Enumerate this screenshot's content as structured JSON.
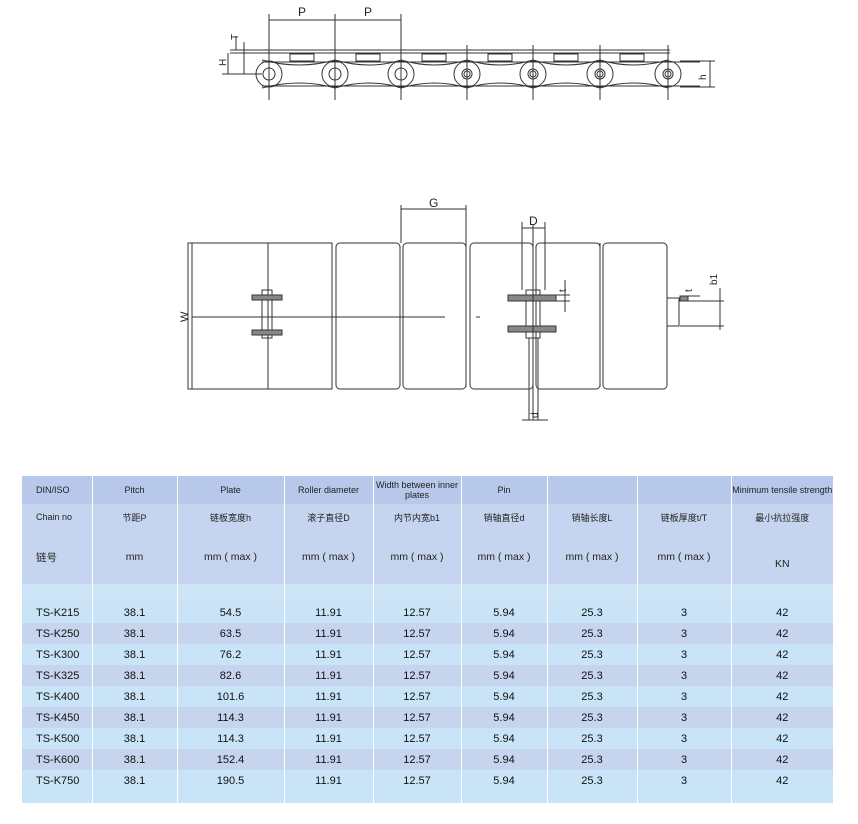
{
  "drawing": {
    "side_labels": {
      "pitch1": "P",
      "pitch2": "P",
      "T": "T",
      "H": "H",
      "h": "h"
    },
    "plan_labels": {
      "G": "G",
      "D": "D",
      "W": "W",
      "t": "t",
      "t2": "t",
      "b1": "b1",
      "d": "d"
    }
  },
  "table": {
    "header_row1": [
      "DIN/ISO",
      "Pitch",
      "Plate",
      "Roller diameter",
      "Width between inner plates",
      "Pin",
      "",
      "",
      "Minimum tensile strength"
    ],
    "header_row2": [
      "Chain no",
      "节距P",
      "链板宽度h",
      "滚子直径D",
      "内节内宽b1",
      "销轴直径d",
      "销轴长度L",
      "链板厚度t/T",
      "最小抗拉强度"
    ],
    "header_row3": [
      "链号",
      "mm",
      "mm ( max )",
      "mm ( max )",
      "mm ( max )",
      "mm ( max )",
      "mm ( max )",
      "mm ( max )",
      "KN"
    ],
    "rows": [
      [
        "TS-K215",
        "38.1",
        "54.5",
        "11.91",
        "12.57",
        "5.94",
        "25.3",
        "3",
        "42"
      ],
      [
        "TS-K250",
        "38.1",
        "63.5",
        "11.91",
        "12.57",
        "5.94",
        "25.3",
        "3",
        "42"
      ],
      [
        "TS-K300",
        "38.1",
        "76.2",
        "11.91",
        "12.57",
        "5.94",
        "25.3",
        "3",
        "42"
      ],
      [
        "TS-K325",
        "38.1",
        "82.6",
        "11.91",
        "12.57",
        "5.94",
        "25.3",
        "3",
        "42"
      ],
      [
        "TS-K400",
        "38.1",
        "101.6",
        "11.91",
        "12.57",
        "5.94",
        "25.3",
        "3",
        "42"
      ],
      [
        "TS-K450",
        "38.1",
        "114.3",
        "11.91",
        "12.57",
        "5.94",
        "25.3",
        "3",
        "42"
      ],
      [
        "TS-K500",
        "38.1",
        "114.3",
        "11.91",
        "12.57",
        "5.94",
        "25.3",
        "3",
        "42"
      ],
      [
        "TS-K600",
        "38.1",
        "152.4",
        "11.91",
        "12.57",
        "5.94",
        "25.3",
        "3",
        "42"
      ],
      [
        "TS-K750",
        "38.1",
        "190.5",
        "11.91",
        "12.57",
        "5.94",
        "25.3",
        "3",
        "42"
      ]
    ]
  }
}
